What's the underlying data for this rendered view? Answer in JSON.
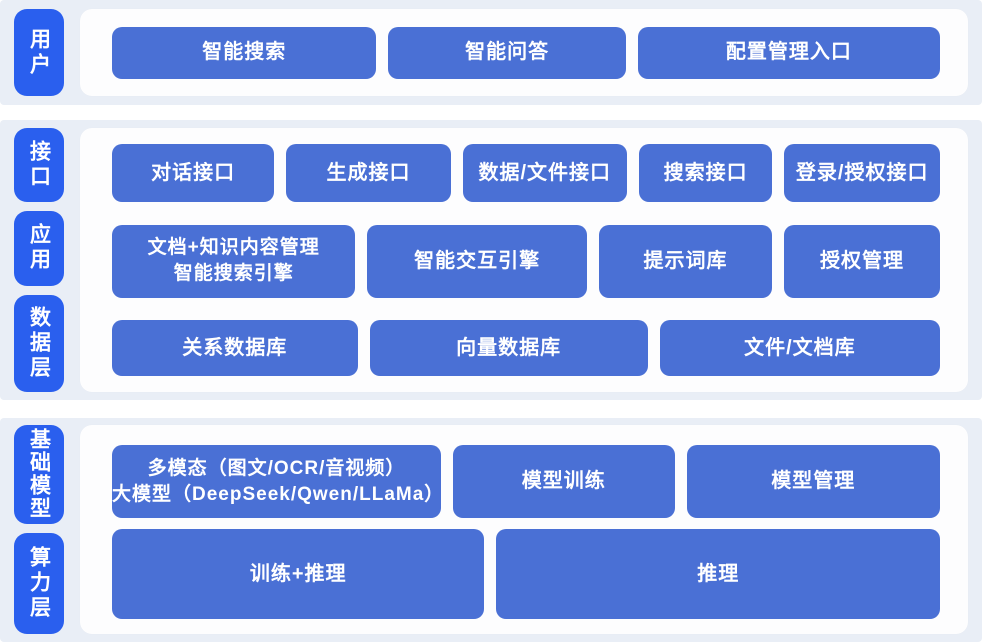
{
  "colors": {
    "band_bg": "#e9eef6",
    "panel_bg": "#fdfdfe",
    "label_bg": "#2a5fee",
    "button_bg": "#4a70d5",
    "button_text": "#ffffff"
  },
  "sections": [
    {
      "name": "user-layer",
      "labels": [
        {
          "text": "用户"
        }
      ],
      "rows": [
        {
          "buttons": [
            {
              "label": "智能搜索"
            },
            {
              "label": "智能问答"
            },
            {
              "label": "配置管理入口"
            }
          ]
        }
      ]
    },
    {
      "name": "interface-application-data-layers",
      "labels": [
        {
          "text": "接口"
        },
        {
          "text": "应用"
        },
        {
          "text": "数据层"
        }
      ],
      "rows": [
        {
          "buttons": [
            {
              "label": "对话接口"
            },
            {
              "label": "生成接口"
            },
            {
              "label": "数据/文件接口"
            },
            {
              "label": "搜索接口"
            },
            {
              "label": "登录/授权接口"
            }
          ]
        },
        {
          "buttons": [
            {
              "label": "文档+知识内容管理\n智能搜索引擎"
            },
            {
              "label": "智能交互引擎"
            },
            {
              "label": "提示词库"
            },
            {
              "label": "授权管理"
            }
          ]
        },
        {
          "buttons": [
            {
              "label": "关系数据库"
            },
            {
              "label": "向量数据库"
            },
            {
              "label": "文件/文档库"
            }
          ]
        }
      ]
    },
    {
      "name": "foundation-model-compute-layers",
      "labels": [
        {
          "text": "基础模型"
        },
        {
          "text": "算力层"
        }
      ],
      "rows": [
        {
          "buttons": [
            {
              "label": "多模态（图文/OCR/音视频）\n大模型（DeepSeek/Qwen/LLaMa）"
            },
            {
              "label": "模型训练"
            },
            {
              "label": "模型管理"
            }
          ]
        },
        {
          "buttons": [
            {
              "label": "训练+推理"
            },
            {
              "label": "推理"
            }
          ]
        }
      ]
    }
  ]
}
